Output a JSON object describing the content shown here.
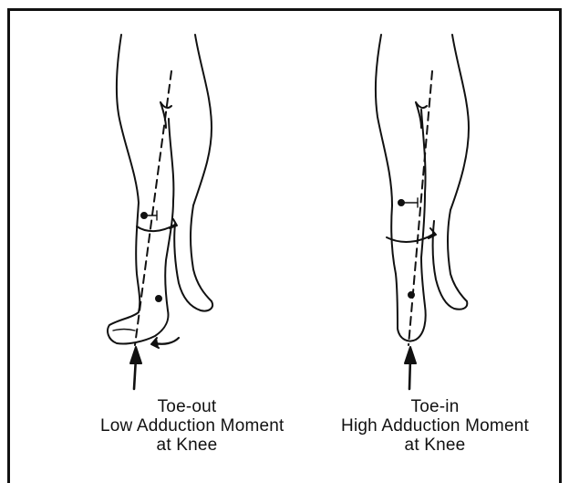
{
  "panels": [
    {
      "id": "toe-out",
      "caption_lines": [
        "Toe-out",
        "Low Adduction Moment",
        "at Knee"
      ]
    },
    {
      "id": "toe-in",
      "caption_lines": [
        "Toe-in",
        "High Adduction Moment",
        "at Knee"
      ]
    }
  ]
}
